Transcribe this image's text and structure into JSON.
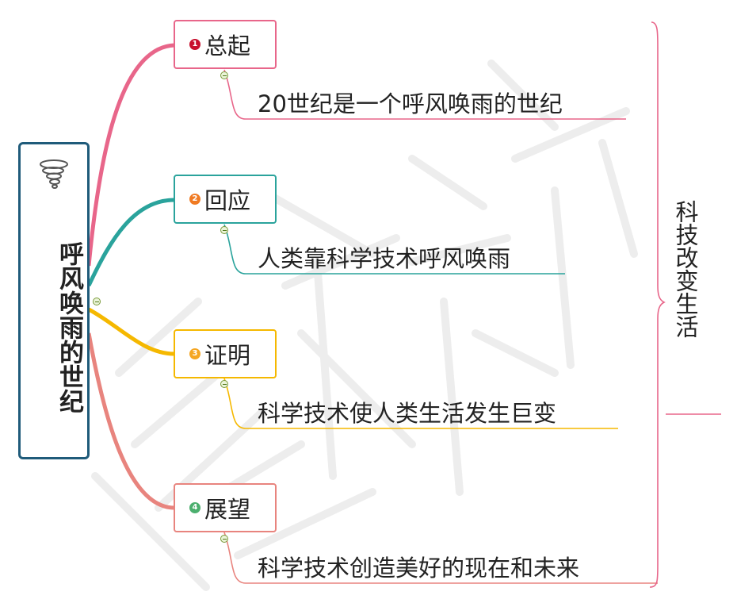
{
  "root": {
    "title": "呼风唤雨的世纪",
    "icon": "tornado-icon"
  },
  "branches": [
    {
      "badge": "1",
      "label": "总起",
      "detail": "20世纪是一个呼风唤雨的世纪",
      "color": "#e8668a",
      "badge_color": "#c8102e"
    },
    {
      "badge": "2",
      "label": "回应",
      "detail": "人类靠科学技术呼风唤雨",
      "color": "#2aa39c",
      "badge_color": "#f07a22"
    },
    {
      "badge": "3",
      "label": "证明",
      "detail": "科学技术使人类生活发生巨变",
      "color": "#f5b800",
      "badge_color": "#f5a623"
    },
    {
      "badge": "4",
      "label": "展望",
      "detail": "科学技术创造美好的现在和未来",
      "color": "#e8847e",
      "badge_color": "#4caf6e"
    }
  ],
  "summary": {
    "text": "科技改变生活",
    "color": "#e8668a"
  },
  "watermark": "钾鲸特鸟"
}
